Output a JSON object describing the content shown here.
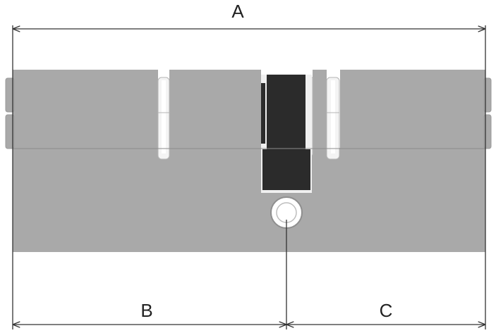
{
  "dimensions": {
    "a_label": "A",
    "b_label": "B",
    "c_label": "C"
  },
  "colors": {
    "body": "#a9a9a9",
    "body_stroke": "#9a9a9a",
    "cam": "#2b2b2b",
    "pin_slot": "#f4f4f4",
    "line": "#333333",
    "screw_hole": "#ffffff"
  }
}
